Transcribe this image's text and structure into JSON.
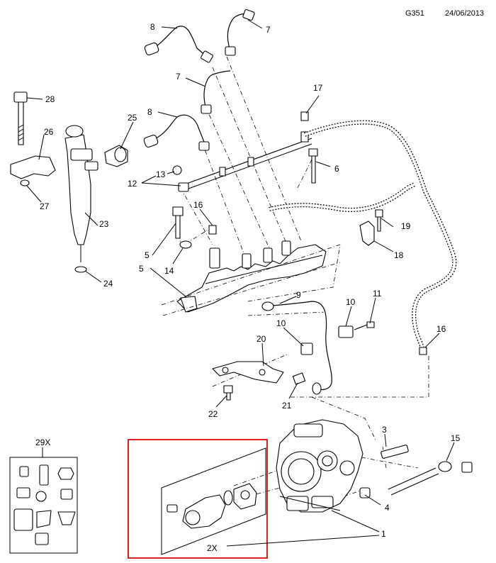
{
  "header": {
    "code": "G351",
    "date": "24/06/2013"
  },
  "callouts": {
    "c1": "1",
    "c2x": "2X",
    "c3": "3",
    "c4": "4",
    "c5a": "5",
    "c5b": "5",
    "c6": "6",
    "c7a": "7",
    "c7b": "7",
    "c8a": "8",
    "c8b": "8",
    "c9": "9",
    "c10a": "10",
    "c10b": "10",
    "c11": "11",
    "c12": "12",
    "c13": "13",
    "c14": "14",
    "c15": "15",
    "c16a": "16",
    "c16b": "16",
    "c17": "17",
    "c18": "18",
    "c19": "19",
    "c20": "20",
    "c21": "21",
    "c22": "22",
    "c23": "23",
    "c24": "24",
    "c25": "25",
    "c26": "26",
    "c27": "27",
    "c28": "28"
  },
  "kit_box": {
    "label": "29X"
  },
  "highlight": {
    "color": "#e02020"
  }
}
